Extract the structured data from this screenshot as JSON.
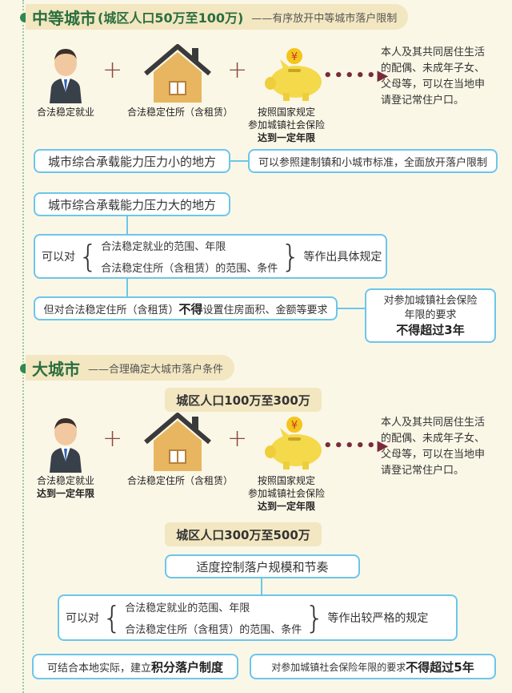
{
  "section1": {
    "title": "中等城市",
    "paren": "(城区人口50万至100万)",
    "subtitle": "——有序放开中等城市落户限制",
    "req_employment": "合法稳定就业",
    "req_housing": "合法稳定住所（含租赁）",
    "req_insurance_1": "按照国家规定",
    "req_insurance_2": "参加城镇社会保险",
    "req_insurance_3": "达到一定年限",
    "result_1": "本人及其共同居住生活",
    "result_2": "的配偶、未成年子女、",
    "result_3": "父母等，可以在当地申",
    "result_4": "请登记常住户口。",
    "low_pressure": "城市综合承载能力压力小的地方",
    "low_pressure_rule": "可以参照建制镇和小城市标准，全面放开落户限制",
    "high_pressure": "城市综合承载能力压力大的地方",
    "may_prefix": "可以对",
    "item_a": "合法稳定就业的范围、年限",
    "item_b": "合法稳定住所（含租赁）的范围、条件",
    "specific_rule": "等作出具体规定",
    "housing_rule_prefix": "但对合法稳定住所（含租赁）",
    "housing_rule_strong": "不得",
    "housing_rule_suffix": "设置住房面积、金额等要求",
    "ins_box_1": "对参加城镇社会保险",
    "ins_box_2": "年限的要求",
    "ins_box_3": "不得超过3年"
  },
  "section2": {
    "title": "大城市",
    "subtitle": "——合理确定大城市落户条件",
    "range_1": "城区人口100万至300万",
    "req_employment_1": "合法稳定就业",
    "req_employment_2": "达到一定年限",
    "req_housing": "合法稳定住所（含租赁）",
    "req_insurance_1": "按照国家规定",
    "req_insurance_2": "参加城镇社会保险",
    "req_insurance_3": "达到一定年限",
    "result_1": "本人及其共同居住生活",
    "result_2": "的配偶、未成年子女、",
    "result_3": "父母等，可以在当地申",
    "result_4": "请登记常住户口。",
    "range_2": "城区人口300万至500万",
    "control": "适度控制落户规模和节奏",
    "may_prefix": "可以对",
    "item_a": "合法稳定就业的范围、年限",
    "item_b": "合法稳定住所（含租赁）的范围、条件",
    "strict_rule": "等作出较严格的规定",
    "points_prefix": "可结合本地实际，建立",
    "points_strong": "积分落户制度",
    "ins_rule_prefix": "对参加城镇社会保险年限的要求",
    "ins_rule_strong": "不得超过5年"
  }
}
